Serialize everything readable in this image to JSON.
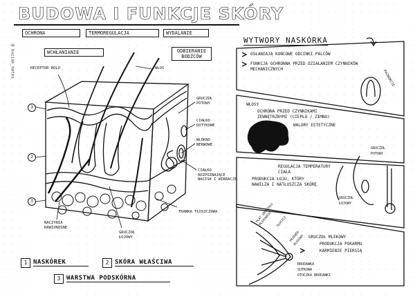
{
  "title": "BUDOWA I FUNKCJE SKÓRY",
  "side_text": "@ buziak_notes",
  "functions": {
    "ochrona": "OCHRONA",
    "termoregulacja": "TERMOREGULACJA",
    "wydalanie": "WYDALANIE",
    "wchlanianie": "WCHŁANIANIE",
    "odbieranie": "ODBIERANIE BODŹCÓW"
  },
  "diagram_labels": {
    "receptor": "RECEPTOR BÓLU",
    "wlos": "WŁOS",
    "gruczol_potowy": "GRUCZOŁ POTOWY",
    "cialko_dotykowe": "CIAŁKO DOTYKOWE",
    "wlokno_nerwowe": "WŁÓKNO NERWOWE",
    "cialko_nacisk": "CIAŁKO ROZPOZNAJĄCE NACISK I WIBRACJE",
    "tkanka": "TKANKA TŁUSZCZOWA",
    "naczynia": "NACZYNIA KRWIONOŚNE",
    "gruczol_lojowy": "GRUCZOŁ ŁOJOWY",
    "layer_nums": [
      "1",
      "2",
      "3"
    ]
  },
  "legend": {
    "n1": "1",
    "l1": "NASKÓREK",
    "n2": "2",
    "l2": "SKÓRA WŁAŚCIWA",
    "n3": "3",
    "l3": "WARSTWA PODSKÓRNA"
  },
  "wytwory": {
    "title": "WYTWORY NASKÓRKA",
    "nails_1": "OSŁANIAJĄ KOŃCOWE ODCINKI PALCÓW",
    "nails_2": "FUNKCJA OCHRONNA PRZED DZIAŁANIEM CZYNNIKÓW MECHANICZNYCH",
    "paznokcie": "PAZNOKCIE",
    "wlosy_title": "WŁOSY",
    "wlosy_1": "OCHRONA PRZED CZYNNIKAMI ZEWNĘTRZNYMI (CIEPŁO / ZIMNO)",
    "wlosy_2": "WALORY ESTETYCZNE",
    "gruczol_potowy": "GRUCZOŁ POTOWY",
    "regulacja": "REGULACJA TEMPERATURY CIAŁA",
    "produkcja": "PRODUKCJA ŁOJU, KTÓRY NAWILŻA I NATŁUSZCZA SKÓRĘ",
    "gruczol_lojowy": "GRUCZOŁ ŁOJOWY",
    "plat": "PŁAT GRUCZOŁU MLEKOWEGO",
    "tluszcz": "TŁUSZCZ",
    "przewod": "PRZEWÓD MLEKOWY",
    "brodawka": "BRODAWKA SUTKOWA",
    "otoczka": "OTOCZKA BRODAWKI",
    "mlekowy_title": "GRUCZOŁ MLEKOWY",
    "mlekowy_1": "PRODUKCJA POKARMU",
    "mlekowy_2": "KARMIENIE PIERSIĄ"
  }
}
